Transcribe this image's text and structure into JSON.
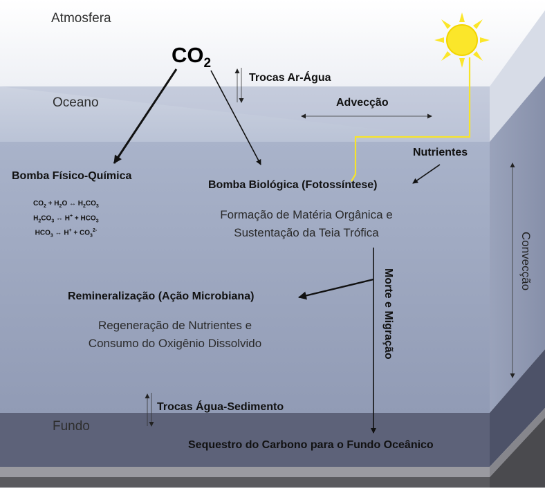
{
  "zones": {
    "atmosphere": "Atmosfera",
    "ocean": "Oceano",
    "bottom": "Fundo"
  },
  "co2": {
    "base": "CO",
    "subscript": "2"
  },
  "labels": {
    "air_water_exchange": "Trocas Ar-Água",
    "advection": "Advecção",
    "nutrients": "Nutrientes",
    "physicochemical_pump": "Bomba Físico-Química",
    "biological_pump": "Bomba Biológica (Fotossíntese)",
    "organic_matter_line1": "Formação de Matéria Orgânica e",
    "organic_matter_line2": "Sustentação da Teia Trófica",
    "convection": "Convecção",
    "death_migration": "Morte e Migração",
    "remineralization": "Remineralização (Ação Microbiana)",
    "regeneration_line1": "Regeneração de Nutrientes e",
    "regeneration_line2": "Consumo do Oxigênio Dissolvido",
    "water_sediment_exchange": "Trocas Água-Sedimento",
    "sequestration": "Sequestro do Carbono para o Fundo Oceânico"
  },
  "equations": {
    "eq1": "CO2 + H2O ↔ H2CO3",
    "eq2": "H2CO3 ↔ H+ + HCO3",
    "eq3": "HCO3 ↔ H+ + CO3 2-"
  },
  "colors": {
    "sky": "#ffffff",
    "ocean_surface": "#c3cbdb",
    "ocean_deep": "#a4afc8",
    "bottom": "#5b6078",
    "sun": "#f7e42a"
  }
}
